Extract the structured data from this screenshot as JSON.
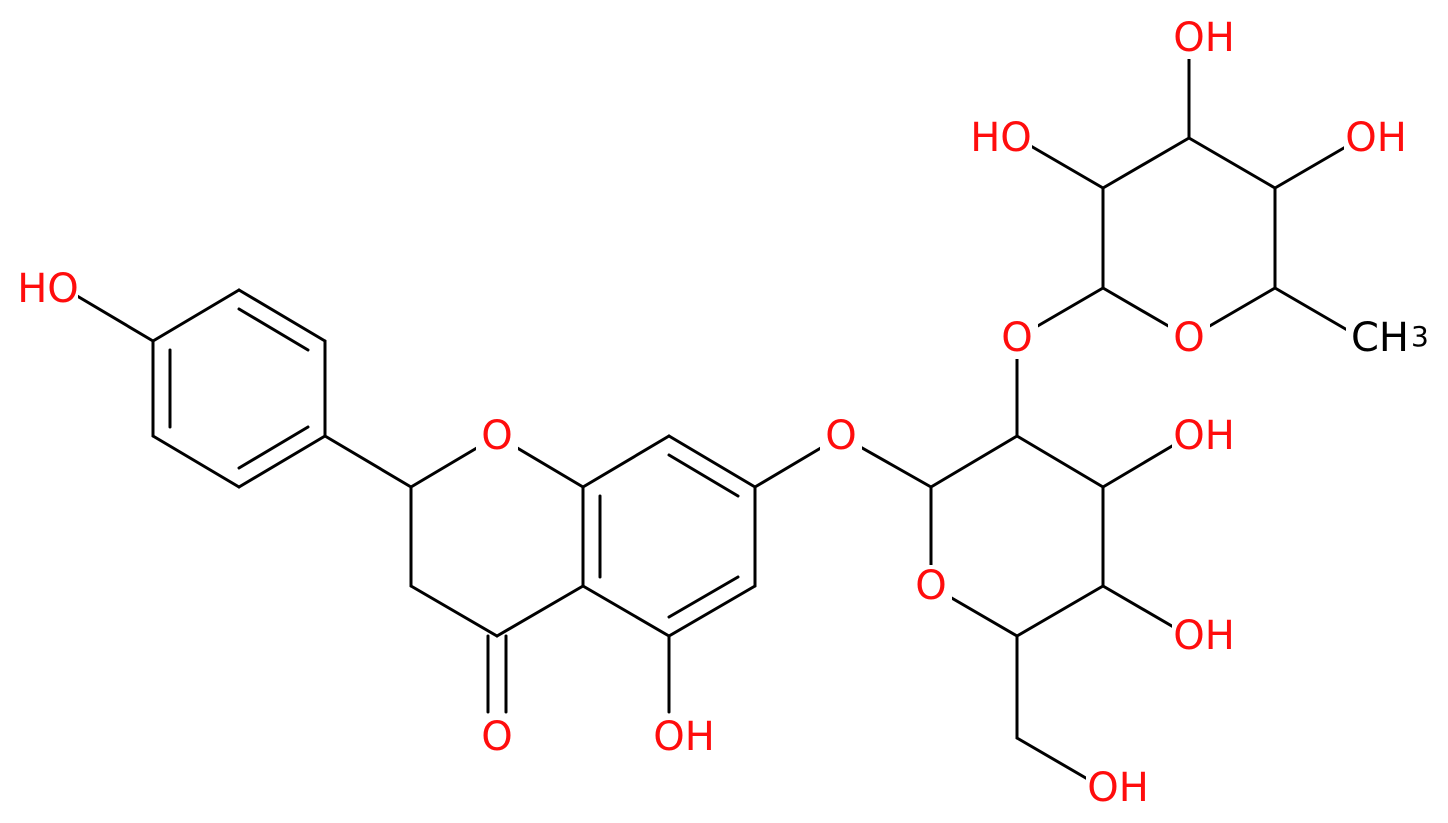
{
  "colors": {
    "bond": "#000000",
    "oxygen": "#ff0d0d",
    "carbon": "#000000",
    "background": "#ffffff"
  },
  "labels": {
    "phenol_oh": "HO",
    "ring_o_chromanone": "O",
    "carbonyl_o": "O",
    "oh_5": "OH",
    "glycosidic_o": "O",
    "glc_ring_o": "O",
    "glc_oh_a": "OH",
    "glc_oh_b": "OH",
    "glc_ch2oh": "OH",
    "link_o": "O",
    "rha_ring_o": "O",
    "rha_oh_left": "HO",
    "rha_oh_top": "OH",
    "rha_oh_right": "OH",
    "methyl_c": "CH",
    "methyl_sub": "3"
  }
}
